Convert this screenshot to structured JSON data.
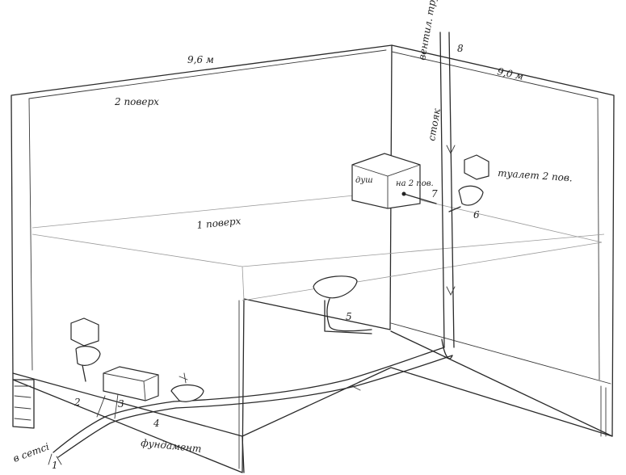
{
  "labels": {
    "dim_top_left": "9,6 м",
    "dim_top_right": "9,0 м",
    "floor2": "2 поверх",
    "floor1": "1 поверх",
    "vent_pipe": "вентил. труба",
    "riser": "стояк",
    "shower": "душ",
    "to_floor2": "на 2 пов.",
    "toilet_floor2": "туалет 2 пов.",
    "to_sewer": "в сетсі",
    "foundation": "фундамент",
    "n1": "1",
    "n2": "2",
    "n3": "3",
    "n4": "4",
    "n5": "5",
    "n6": "6",
    "n7": "7",
    "n8": "8"
  }
}
